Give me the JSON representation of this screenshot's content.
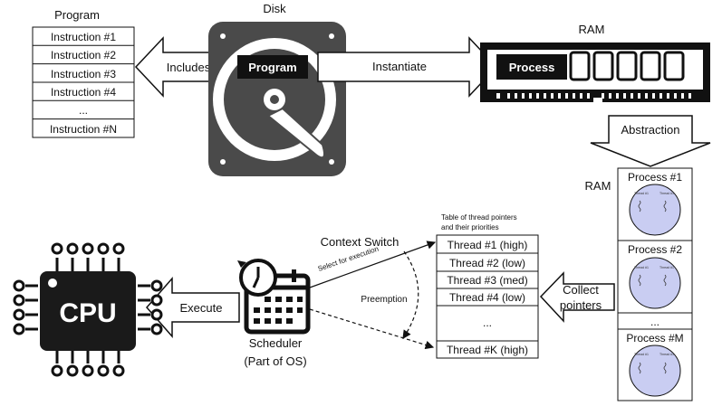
{
  "program": {
    "title": "Program",
    "instructions": [
      "Instruction #1",
      "Instruction #2",
      "Instruction #3",
      "Instruction #4",
      "...",
      "Instruction #N"
    ]
  },
  "disk": {
    "title": "Disk",
    "program_label": "Program"
  },
  "arrows": {
    "includes": "Includes",
    "instantiate": "Instantiate",
    "abstraction": "Abstraction",
    "collect_pointers": [
      "Collect",
      "pointers"
    ],
    "execute": "Execute"
  },
  "ram": {
    "title": "RAM",
    "process_label": "Process"
  },
  "ram_list": {
    "title": "RAM",
    "processes": [
      "Process #1",
      "Process #2",
      "...",
      "Process #M"
    ],
    "thread_label": "Thread #1"
  },
  "thread_table": {
    "title_lines": [
      "Table of thread pointers",
      "and their priorities"
    ],
    "rows": [
      "Thread #1 (high)",
      "Thread #2 (low)",
      "Thread #3 (med)",
      "Thread #4 (low)",
      "...",
      "Thread #K (high)"
    ]
  },
  "scheduler": {
    "context_switch": "Context Switch",
    "select_label": "Select for execution",
    "preemption": "Preemption",
    "name_lines": [
      "Scheduler",
      "(Part of OS)"
    ]
  },
  "cpu": {
    "label": "CPU"
  },
  "colors": {
    "line": "#111111",
    "disk": "#4a4a4a",
    "thread_fill": "#c9cdf2"
  }
}
